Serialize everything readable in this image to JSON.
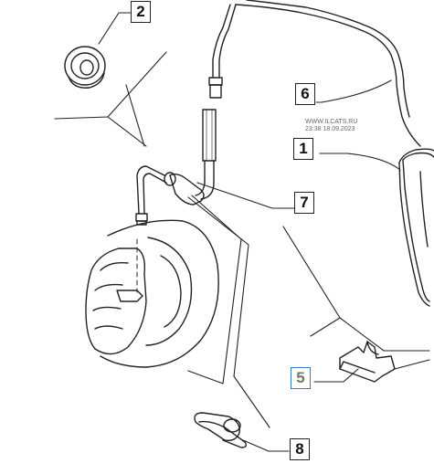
{
  "callouts": [
    {
      "id": "2",
      "label": "2",
      "highlighted": false
    },
    {
      "id": "6",
      "label": "6",
      "highlighted": false
    },
    {
      "id": "1",
      "label": "1",
      "highlighted": false
    },
    {
      "id": "7",
      "label": "7",
      "highlighted": false
    },
    {
      "id": "5",
      "label": "5",
      "highlighted": true
    },
    {
      "id": "8",
      "label": "8",
      "highlighted": false
    }
  ],
  "watermark": {
    "site": "WWW.ILCATS.RU",
    "timestamp": "23:38 18.09.2023"
  },
  "colors": {
    "line": "#222222",
    "highlight_border": "#3a7cc2",
    "highlight_text": "#6a7d5a"
  }
}
